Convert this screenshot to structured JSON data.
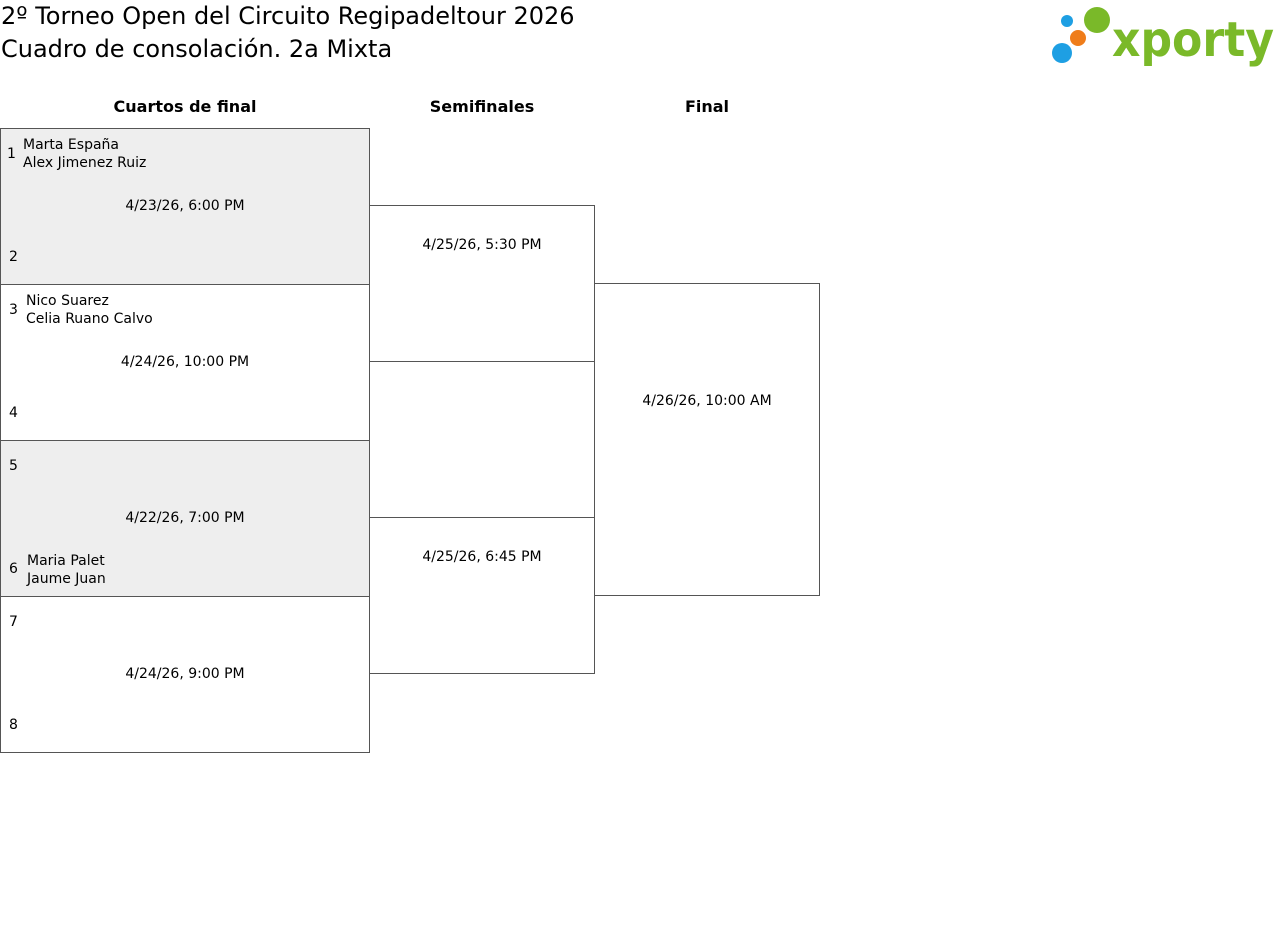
{
  "header": {
    "title_line1": "2º Torneo Open del Circuito Regipadeltour 2026",
    "title_line2": "Cuadro de consolación. 2a Mixta",
    "logo_text": "xporty",
    "logo_colors": {
      "green": "#7ab929",
      "blue": "#1e9fe3",
      "orange": "#ef7d1a"
    }
  },
  "rounds": [
    "Cuartos de final",
    "Semifinales",
    "Final"
  ],
  "quarterfinals": [
    {
      "top_seed": "1",
      "bottom_seed": "2",
      "top_players": [
        "Marta España",
        "Alex Jimenez Ruiz"
      ],
      "bottom_players": [],
      "date": "4/23/26, 6:00 PM"
    },
    {
      "top_seed": "3",
      "bottom_seed": "4",
      "top_players": [
        "Nico Suarez",
        "Celia Ruano Calvo"
      ],
      "bottom_players": [],
      "date": "4/24/26, 10:00 PM"
    },
    {
      "top_seed": "5",
      "bottom_seed": "6",
      "top_players": [],
      "bottom_players": [
        "Maria Palet",
        "Jaume Juan"
      ],
      "date": "4/22/26, 7:00 PM"
    },
    {
      "top_seed": "7",
      "bottom_seed": "8",
      "top_players": [],
      "bottom_players": [],
      "date": "4/24/26, 9:00 PM"
    }
  ],
  "semifinals": [
    {
      "date": "4/25/26, 5:30 PM"
    },
    {
      "date": "4/25/26, 6:45 PM"
    }
  ],
  "final": {
    "date": "4/26/26, 10:00 AM"
  }
}
